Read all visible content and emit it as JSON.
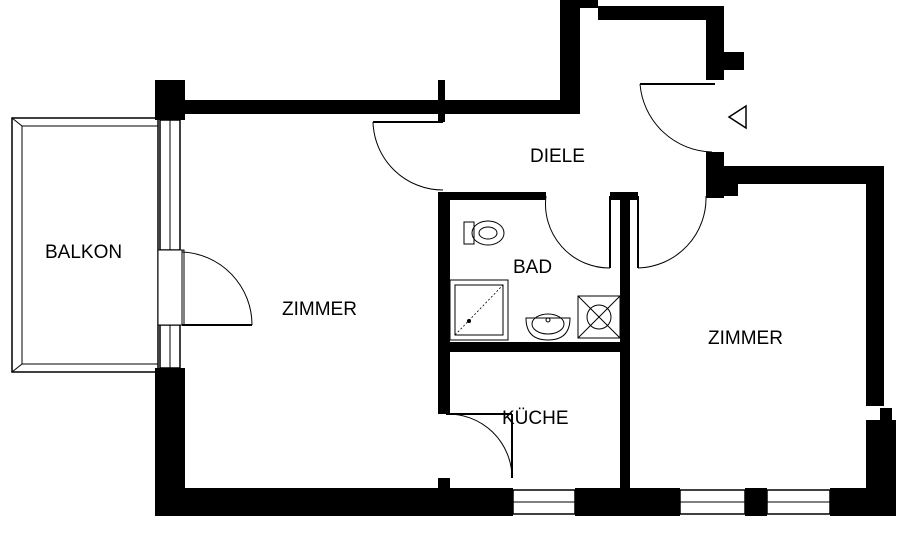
{
  "rooms": {
    "balkon": "BALKON",
    "zimmer_left": "ZIMMER",
    "diele": "DIELE",
    "bad": "BAD",
    "kueche": "KÜCHE",
    "zimmer_right": "ZIMMER"
  }
}
